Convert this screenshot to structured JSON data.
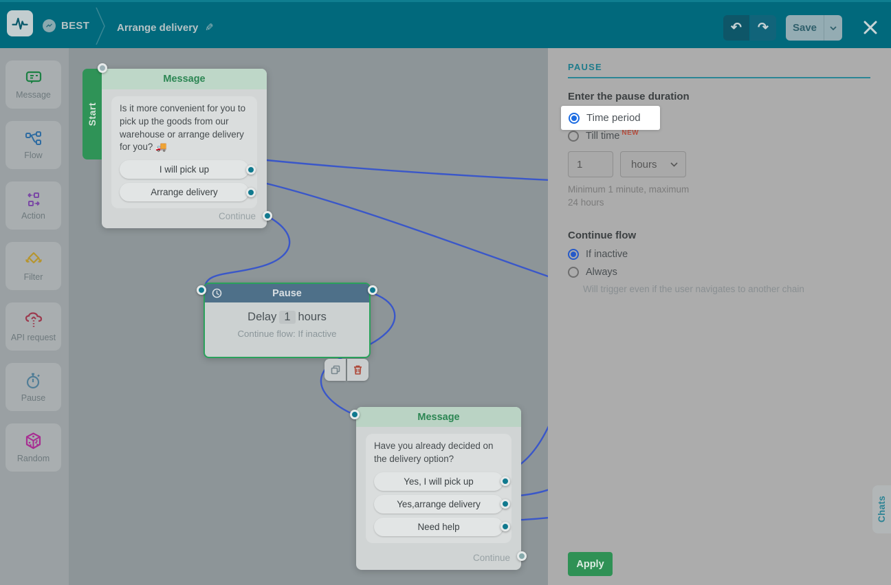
{
  "header": {
    "bot_name": "BEST",
    "flow_title": "Arrange delivery",
    "save_label": "Save"
  },
  "sidebar": {
    "items": [
      {
        "label": "Message"
      },
      {
        "label": "Flow"
      },
      {
        "label": "Action"
      },
      {
        "label": "Filter"
      },
      {
        "label": "API request"
      },
      {
        "label": "Pause"
      },
      {
        "label": "Random"
      }
    ]
  },
  "canvas": {
    "nodes": [
      {
        "type": "message",
        "start_label": "Start",
        "title": "Message",
        "text": "Is it more convenient for you to pick up the goods from our warehouse or arrange delivery for you? 🚚",
        "buttons": [
          "I will pick up",
          "Arrange delivery"
        ],
        "continue_label": "Continue"
      },
      {
        "type": "pause",
        "title": "Pause",
        "delay_prefix": "Delay",
        "delay_value": "1",
        "delay_unit": "hours",
        "subtitle": "Continue flow: If inactive"
      },
      {
        "type": "message",
        "title": "Message",
        "text": "Have you already decided on the delivery option?",
        "buttons": [
          "Yes, I will pick up",
          "Yes,arrange delivery",
          "Need help"
        ],
        "continue_label": "Continue"
      }
    ]
  },
  "panel": {
    "title": "PAUSE",
    "duration_heading": "Enter the pause duration",
    "option_time_period": "Time period",
    "option_till_time": "Till time",
    "till_time_badge": "NEW",
    "value": "1",
    "unit": "hours",
    "hint": "Minimum 1 minute, maximum 24 hours",
    "continue_heading": "Continue flow",
    "option_if_inactive": "If inactive",
    "option_always": "Always",
    "continue_hint": "Will trigger even if the user navigates to another chain",
    "apply_label": "Apply"
  },
  "chats_tab": {
    "label": "Chats"
  },
  "colors": {
    "header_teal": "#01697c",
    "wire_blue": "#3a57c9",
    "selection_green": "#2aa15b",
    "apply_green": "#2f9155",
    "spotlight_radio_blue": "#1c6ce2",
    "panel_title_teal": "#1e7b8b",
    "port_teal": "#10798e"
  }
}
